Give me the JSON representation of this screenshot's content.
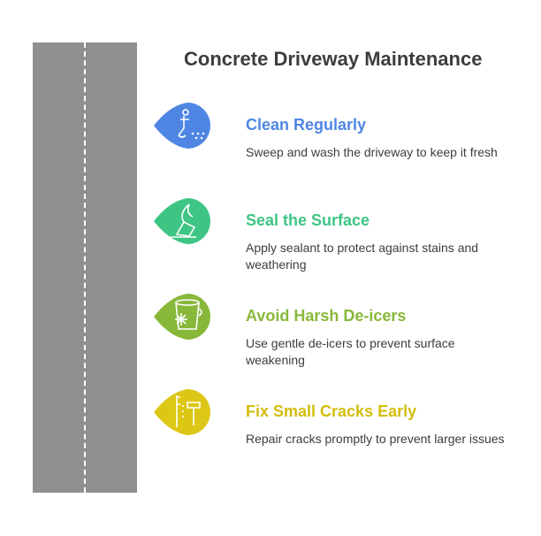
{
  "title": "Concrete Driveway Maintenance",
  "steps": [
    {
      "title": "Clean Regularly",
      "desc": "Sweep and wash the driveway to keep it fresh",
      "color": "#4f86e3",
      "icon": "sweeping-icon"
    },
    {
      "title": "Seal the Surface",
      "desc": "Apply sealant to protect against stains and weathering",
      "color": "#3ec584",
      "icon": "sealant-icon"
    },
    {
      "title": "Avoid Harsh De-icers",
      "desc": "Use gentle de-icers to prevent surface weakening",
      "color": "#88b83a",
      "icon": "bucket-snowflake-icon"
    },
    {
      "title": "Fix Small Cracks Early",
      "desc": "Repair cracks promptly to prevent larger issues",
      "color": "#ddc716",
      "icon": "hammer-icon"
    }
  ]
}
